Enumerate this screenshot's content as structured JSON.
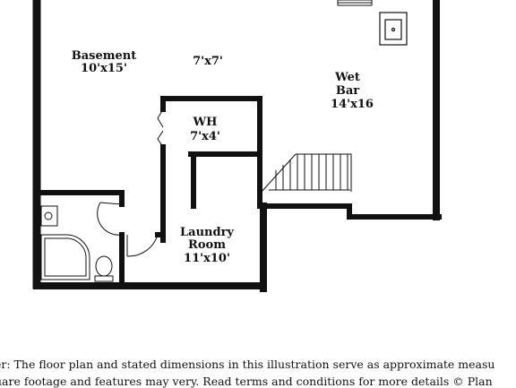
{
  "rooms": {
    "basement": {
      "name": "Basement",
      "dims": "10'x15'"
    },
    "unnamed": {
      "dims": "7'x7'"
    },
    "wet_bar": {
      "name_line1": "Wet",
      "name_line2": "Bar",
      "dims": "14'x16"
    },
    "wh": {
      "name": "WH",
      "dims": "7'x4'"
    },
    "laundry": {
      "name_line1": "Laundry",
      "name_line2": "Room",
      "dims": "11'x10'"
    }
  },
  "disclaimer": {
    "line1": "er: The floor plan and stated dimensions in this illustration serve as approximate measu",
    "line2": "uare footage and features may very. Read terms and conditions for more details © Plan"
  },
  "colors": {
    "wall": "#111111",
    "background": "#ffffff"
  }
}
